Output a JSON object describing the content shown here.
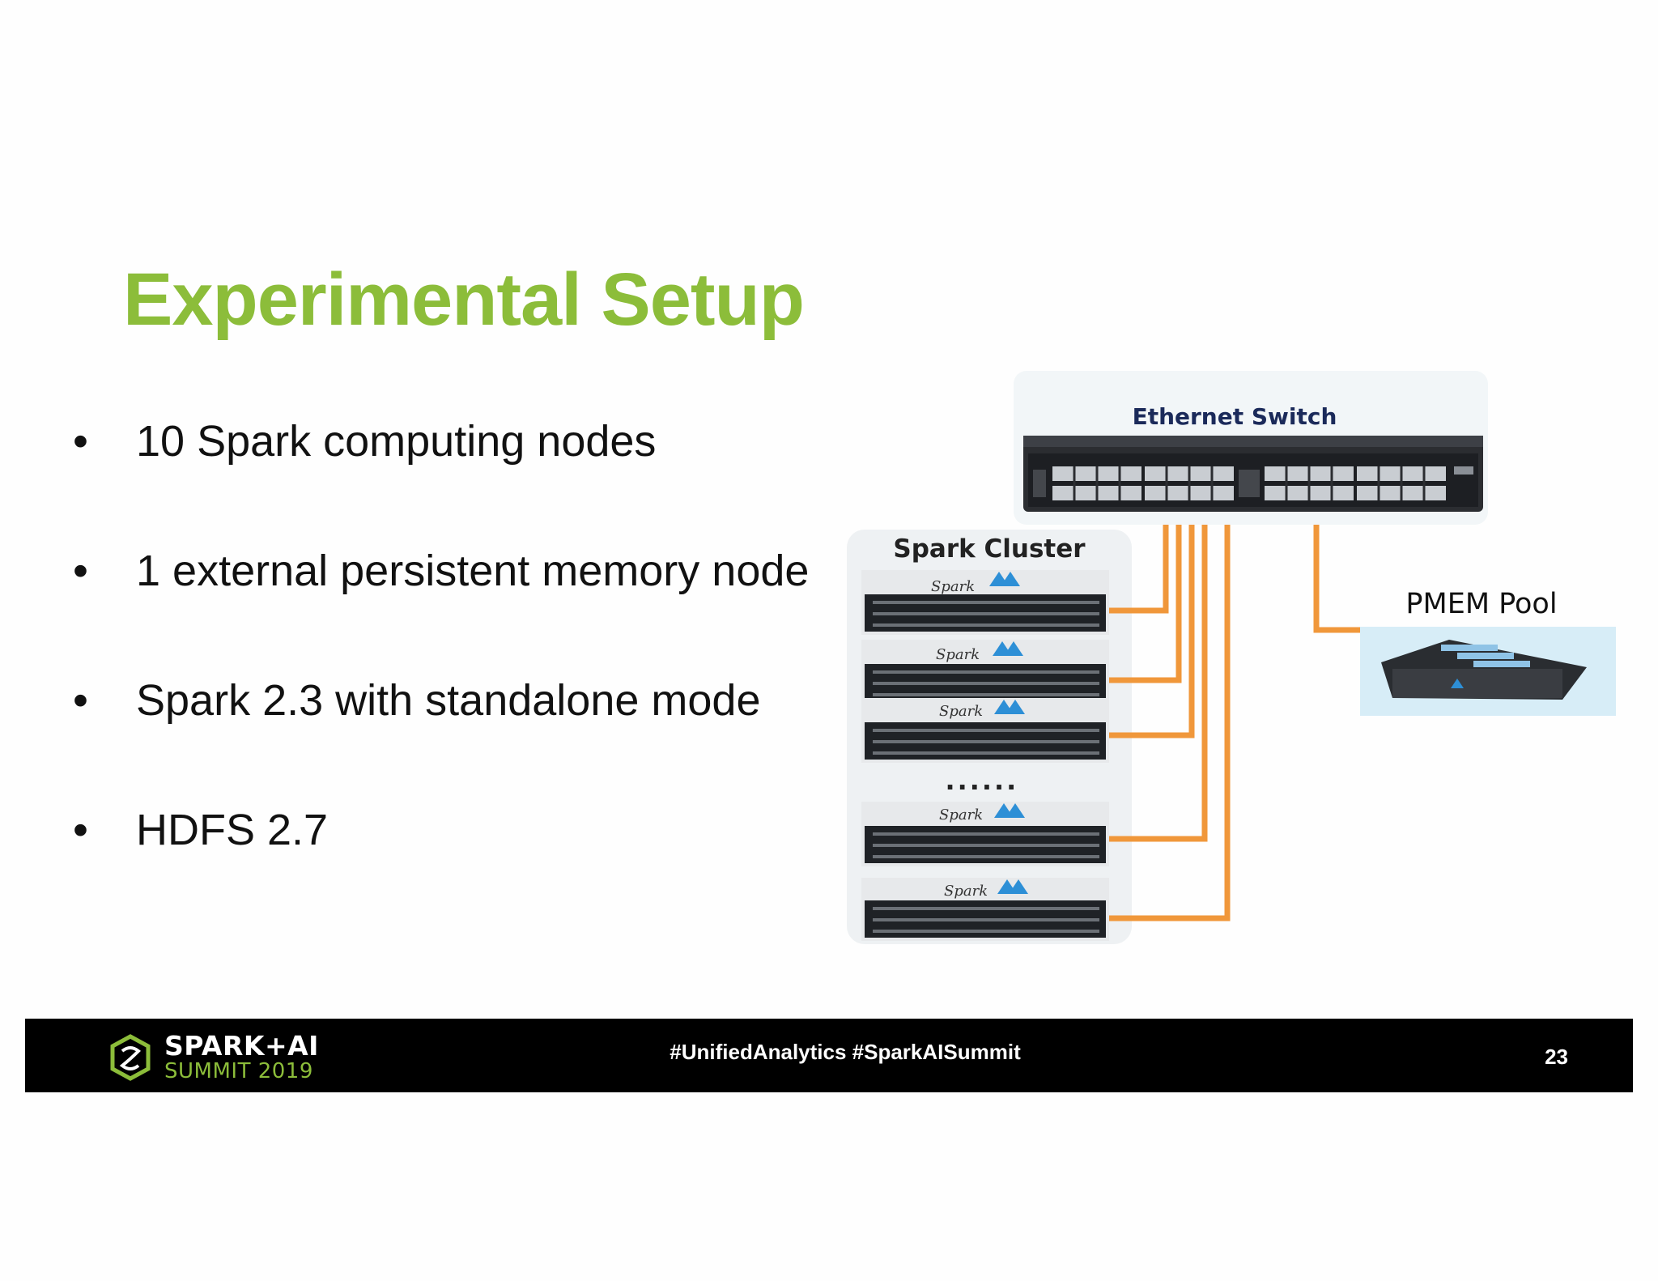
{
  "slide": {
    "title": "Experimental Setup",
    "bullets": [
      {
        "marker": "•",
        "text": "10 Spark computing nodes"
      },
      {
        "marker": "•",
        "text": "1 external persistent memory node"
      },
      {
        "marker": "•",
        "text": "Spark 2.3 with standalone mode"
      },
      {
        "marker": "•",
        "text": "HDFS 2.7"
      }
    ]
  },
  "diagram": {
    "switch_label": "Ethernet Switch",
    "cluster_label": "Spark Cluster",
    "pmem_label": "PMEM Pool",
    "ellipsis": "......",
    "server_brand": "Spark",
    "link_color": "#f0973a",
    "accent_blue": "#2d8fd6"
  },
  "footer": {
    "logo_top": "SPARK+AI",
    "logo_bottom": "SUMMIT 2019",
    "hashtags": "#UnifiedAnalytics #SparkAISummit",
    "page_number": "23"
  }
}
